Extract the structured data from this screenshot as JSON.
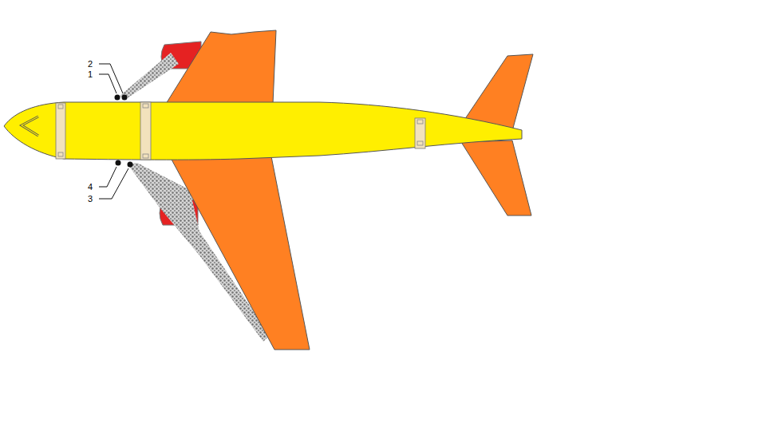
{
  "diagram": {
    "labels": [
      "2",
      "1",
      "4",
      "3"
    ]
  }
}
